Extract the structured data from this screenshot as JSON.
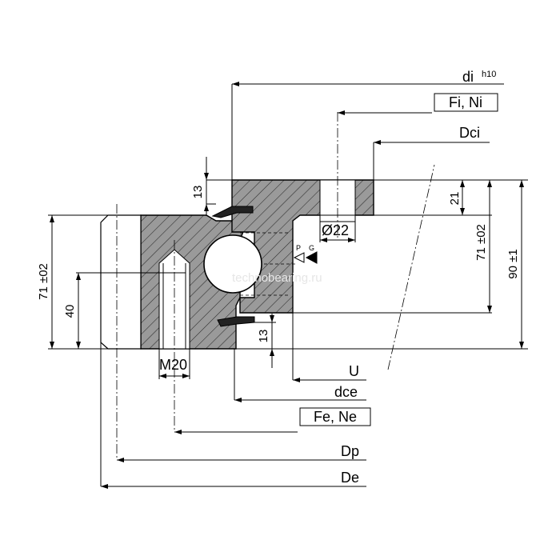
{
  "diagram": {
    "labels": {
      "di": "di",
      "di_tolerance": "h10",
      "fi_ni": "Fi, Ni",
      "dci": "Dci",
      "u": "U",
      "dce": "dce",
      "fe_ne": "Fe, Ne",
      "dp": "Dp",
      "de": "De"
    },
    "dimensions": {
      "bolt_thread": "M20",
      "hole_diameter": "Ø22",
      "left_height": "71 ±02",
      "left_offset": "40",
      "top_step": "13",
      "bottom_step": "13",
      "inner_offset": "21",
      "right_height": "71 ±02",
      "total_height": "90 ±1"
    },
    "markers": {
      "p": "P",
      "g": "G"
    },
    "watermark": "technobearing.ru",
    "colors": {
      "section_fill": "#9a9a9a",
      "hatch": "#2a2a2a",
      "line": "#000000",
      "background": "#ffffff"
    }
  }
}
